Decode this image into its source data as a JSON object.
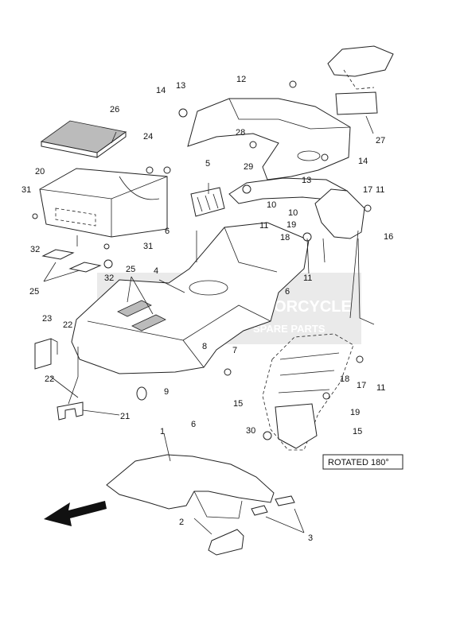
{
  "callouts": [
    "1",
    "2",
    "3",
    "4",
    "5",
    "6",
    "6",
    "6",
    "7",
    "8",
    "9",
    "10",
    "10",
    "11",
    "11",
    "11",
    "11",
    "12",
    "13",
    "13",
    "14",
    "14",
    "15",
    "15",
    "16",
    "17",
    "17",
    "18",
    "18",
    "19",
    "19",
    "20",
    "21",
    "22",
    "22",
    "23",
    "24",
    "25",
    "25",
    "26",
    "27",
    "28",
    "29",
    "30",
    "31",
    "31",
    "32",
    "32"
  ],
  "note": "ROTATED 180°",
  "watermark": {
    "brand_top": "MOTORCYCLE",
    "brand_bottom": "SPARE PARTS",
    "color": "#e07b3c"
  },
  "direction_arrow": "front-direction-arrow"
}
